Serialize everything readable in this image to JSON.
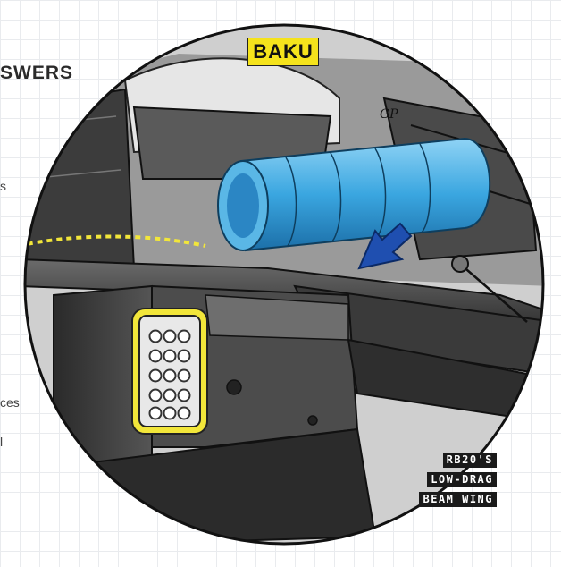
{
  "page": {
    "heading_fragment": "SWERS",
    "side_fragments": [
      "s",
      "ces",
      "l"
    ]
  },
  "illustration": {
    "location_tag": "BAKU",
    "caption_lines": [
      "RB20'S",
      "LOW-DRAG",
      "BEAM WING"
    ],
    "signature": "GP",
    "colors": {
      "highlight_blue": "#3aa6e0",
      "arrow_blue": "#1f4fb0",
      "outline_yellow": "#f2e63a",
      "body_dark": "#3a3a3a",
      "tag_yellow": "#f5e31c"
    }
  }
}
